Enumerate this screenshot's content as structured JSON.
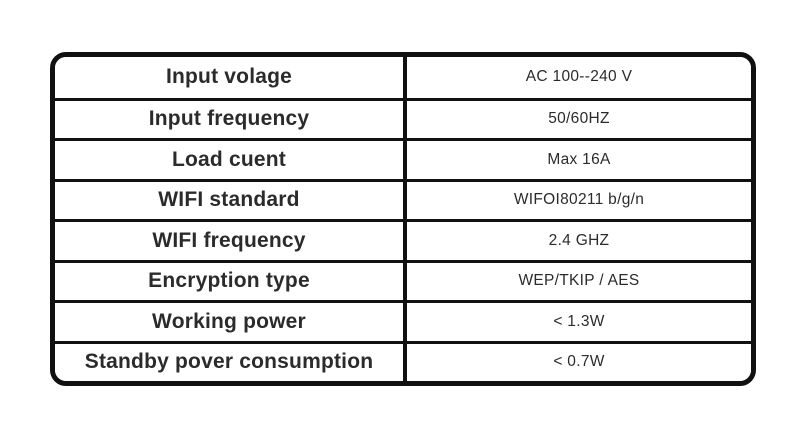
{
  "colors": {
    "border": "#111111",
    "text": "#2b2b2b",
    "background": "#ffffff"
  },
  "spec_table": {
    "rows": [
      {
        "label": "Input volage",
        "value": "AC 100--240 V"
      },
      {
        "label": "Input frequency",
        "value": "50/60HZ"
      },
      {
        "label": "Load cuent",
        "value": "Max 16A"
      },
      {
        "label": "WIFI standard",
        "value": "WIFOI80211 b/g/n"
      },
      {
        "label": "WIFI frequency",
        "value": "2.4 GHZ"
      },
      {
        "label": "Encryption type",
        "value": "WEP/TKIP / AES"
      },
      {
        "label": "Working power",
        "value": "< 1.3W"
      },
      {
        "label": "Standby pover consumption",
        "value": "< 0.7W"
      }
    ]
  }
}
